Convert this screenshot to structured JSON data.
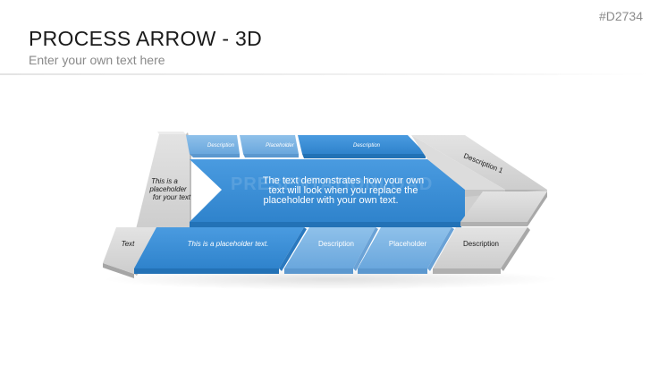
{
  "header": {
    "slide_id": "#D2734",
    "title": "PROCESS ARROW - 3D",
    "subtitle": "Enter your own text here"
  },
  "watermark": "PRESENTATIONLOAD",
  "diagram": {
    "top_row": {
      "description_small": "Description",
      "placeholder_small": "Placeholder",
      "description_top_right": "Description"
    },
    "arrow_head_label": "Description 1",
    "left_note": [
      "This is a",
      "placeholder",
      "for your text"
    ],
    "main_text": [
      "The text demonstrates how your own",
      "text will look when you replace the",
      "placeholder with your own text."
    ],
    "bottom_row": {
      "text_label": "Text",
      "placeholder_text": "This is a placeholder text.",
      "description_mid": "Description",
      "placeholder_mid": "Placeholder",
      "description_right": "Description"
    },
    "colors": {
      "dark_blue": "#3a8fd6",
      "light_blue": "#7fb6e6",
      "gray": "#d6d6d6"
    }
  }
}
